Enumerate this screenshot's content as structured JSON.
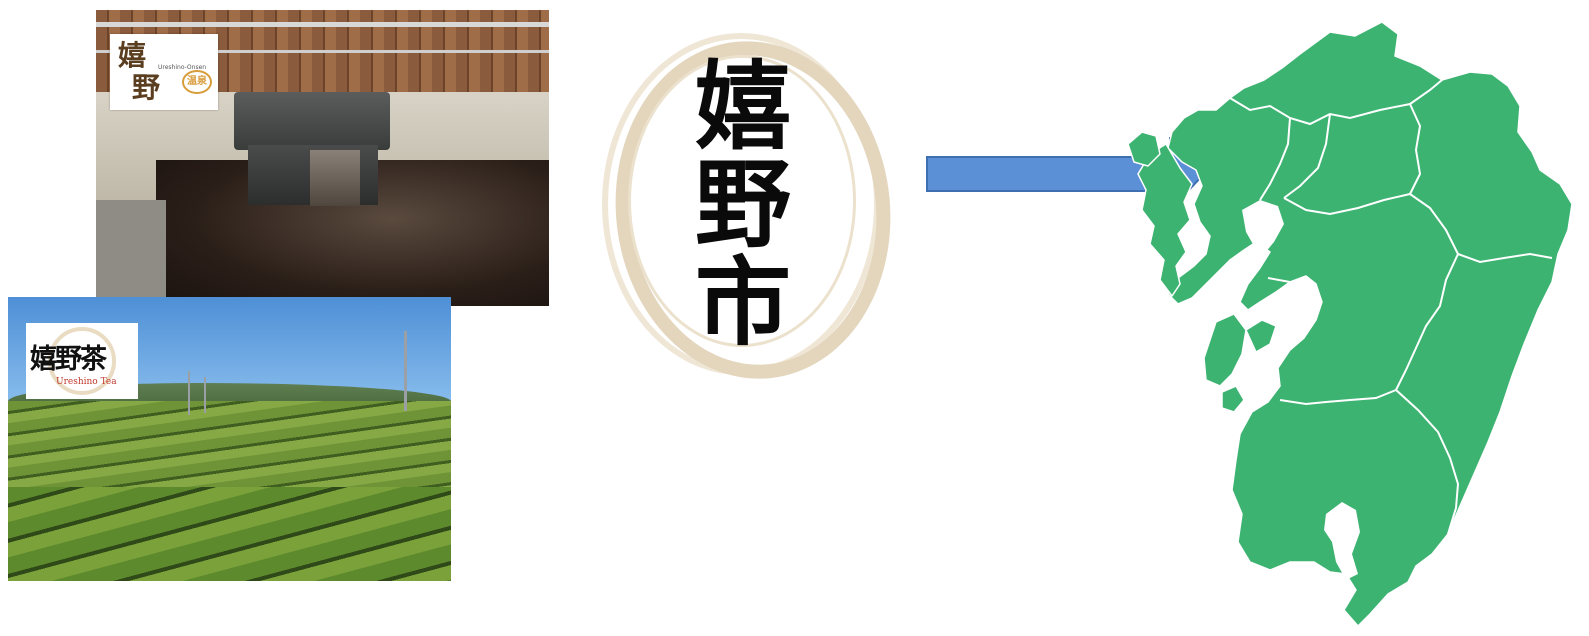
{
  "onsen_photo": {
    "logo_kanji_1": "嬉",
    "logo_kanji_2": "野",
    "logo_sub": "Ureshino-Onsen",
    "logo_seal": "温泉"
  },
  "tea_photo": {
    "logo_kanji": "嬉野茶",
    "logo_sub": "Ureshino Tea"
  },
  "city_logo": {
    "glyph_1": "嬉",
    "glyph_2": "野",
    "glyph_3": "市"
  },
  "colors": {
    "arrow_fill": "#5b8fd6",
    "arrow_stroke": "#3e6fb0",
    "map_fill": "#3cb371",
    "map_border": "#ffffff"
  },
  "icons": {
    "arrow": "right-arrow-icon",
    "map": "kyushu-map-icon"
  }
}
